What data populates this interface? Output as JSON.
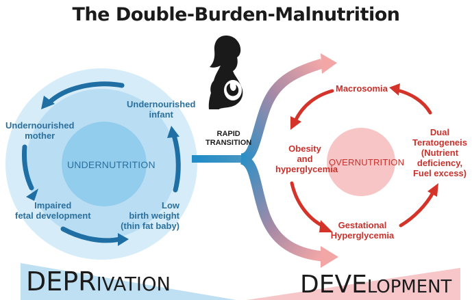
{
  "title": "The Double-Burden-Malnutrition",
  "bridge_label_1": "RAPID",
  "bridge_label_2": "TRANSITION",
  "left_cycle": {
    "center_label": "UNDERNUTRITION",
    "stages": {
      "mother": [
        "Undernourished",
        "mother"
      ],
      "infant": [
        "Undernourished",
        "infant"
      ],
      "fetal": [
        "Impaired",
        "fetal development"
      ],
      "birth": [
        "Low",
        "birth weight",
        "(thin fat baby)"
      ]
    },
    "colors": {
      "circle_outer": "#cfe8f6",
      "circle_mid": "#a9d7ef",
      "circle_inner": "#8ccbec",
      "arrow": "#1f6ea4"
    }
  },
  "right_cycle": {
    "center_label": "OVERNUTRITION",
    "stages": {
      "macrosomia": [
        "Macrosomia"
      ],
      "obesity": [
        "Obesity",
        "and",
        "hyperglycemia"
      ],
      "dual": [
        "Dual",
        "Teratogeneis",
        "(Nutrient",
        "deficiency,",
        "Fuel excess)"
      ],
      "gestational": [
        "Gestational",
        "Hyperglycemia"
      ]
    },
    "colors": {
      "circle": "#f7c3c3",
      "arrow": "#d4332a"
    }
  },
  "bottom": {
    "left_word": "DEPRIVATION",
    "right_word": "DEVELOPMENT",
    "left_color": "#bfe0f2",
    "right_color": "#f6c6c9"
  }
}
